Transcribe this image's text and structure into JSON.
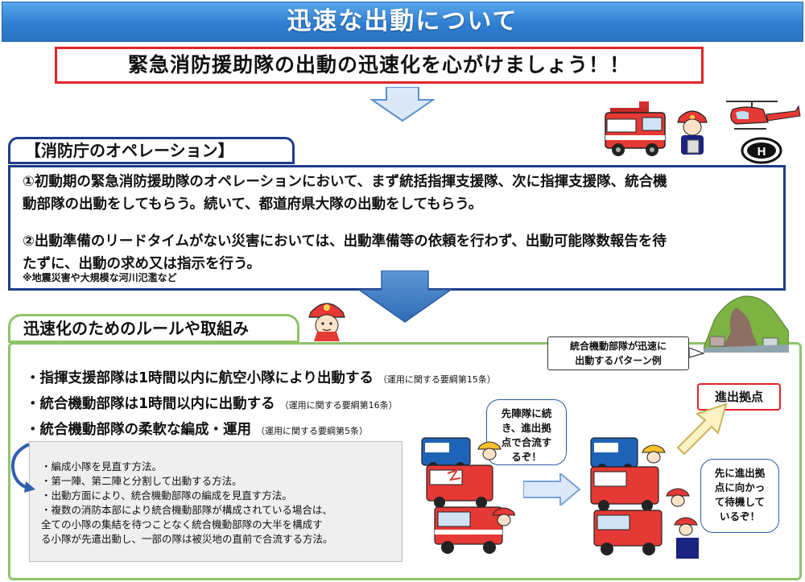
{
  "title": "迅速な出動について",
  "slogan": "緊急消防援助隊の出動の迅速化を心がけましょう！！",
  "operations": {
    "header": "【消防庁のオペレーション】",
    "item1_line1": "①初動期の緊急消防援助隊のオペレーションにおいて、まず統括指揮支援隊、次に指揮支援隊、統合機",
    "item1_line2": "動部隊の出動をしてもらう。続いて、都道府県大隊の出動をしてもらう。",
    "item2_line1": "②出動準備のリードタイムがない災害においては、出動準備等の依頼を行わず、出動可能隊数報告を待",
    "item2_line2": "たずに、出動の求め又は指示を行う。",
    "note": "※地震災害や大規模な河川氾濫など"
  },
  "rules": {
    "header": "迅速化のためのルールや取組み",
    "bullets": [
      {
        "text": "・指揮支援部隊は1時間以内に航空小隊により出動する",
        "ref": "（運用に関する要綱第15条）"
      },
      {
        "text": "・統合機動部隊は1時間以内に出動する",
        "ref": "（運用に関する要綱第16条）"
      },
      {
        "text": "・統合機動部隊の柔軟な編成・運用",
        "ref": "（運用に関する要綱第5条）"
      }
    ],
    "details": [
      "・編成小隊を見直す方法。",
      "・第一陣、第二陣と分割して出動する方法。",
      "・出動方面により、統合機動部隊の編成を見直す方法。",
      "・複数の消防本部により統合機動部隊が構成されている場合は、",
      "全ての小隊の集結を待つことなく統合機動部隊の大半を構成す",
      "る小隊が先遣出動し、一部の隊は被災地の直前で合流する方法。"
    ]
  },
  "pattern": {
    "label_line1": "統合機動部隊が迅速に",
    "label_line2": "出動するパターン例",
    "base_label": "進出拠点",
    "bubble_left": [
      "先陣隊に続",
      "き、進出拠",
      "点で合流す",
      "るぞ！"
    ],
    "bubble_right": [
      "先に進出拠",
      "点に向かっ",
      "て待機して",
      "いるぞ！"
    ]
  },
  "colors": {
    "title_blue": "#2f7fd2",
    "slogan_red": "#e0252a",
    "ops_navy": "#1f3c88",
    "rules_green": "#8fc46b",
    "arrow_blue": "#3b78c2"
  },
  "icons": [
    "fire-engine-icon",
    "firefighter-icon",
    "helicopter-icon",
    "heliport-icon",
    "landslide-icon",
    "right-arrow-icon",
    "diagonal-arrow-icon",
    "curved-arrow-icon"
  ]
}
